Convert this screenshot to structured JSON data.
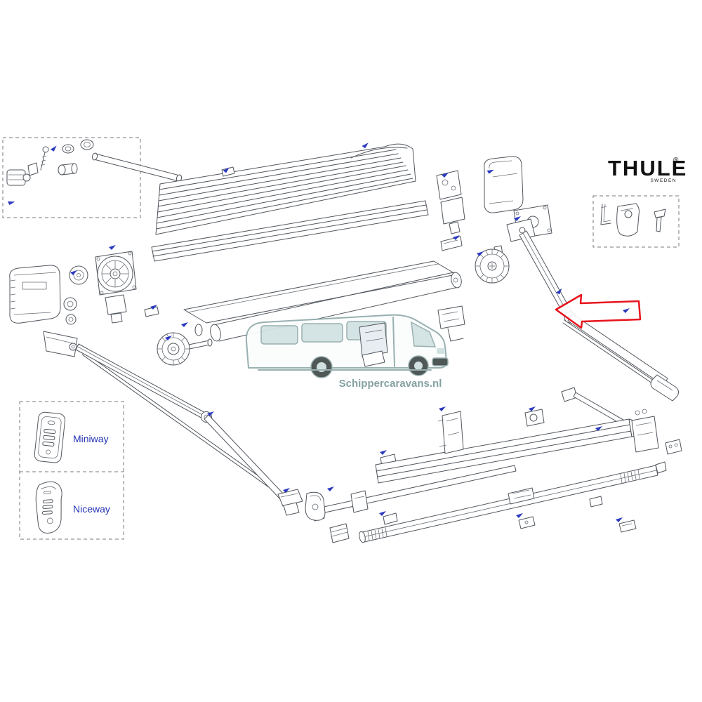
{
  "page": {
    "background": "#ffffff"
  },
  "brand": {
    "name": "THULE",
    "registered": "®",
    "subtitle": "SWEDEN"
  },
  "watermark": {
    "text": "Schippercaravans.nl"
  },
  "legend": {
    "items": [
      {
        "label": "Miniway"
      },
      {
        "label": "Niceway"
      }
    ]
  },
  "colors": {
    "line": "#51565d",
    "accent_red": "#e8131c",
    "callout_blue": "#2b3abf",
    "label_blue": "#2233b4",
    "watermark_text": "#7f9c9c",
    "watermark_line": "#94acac"
  }
}
